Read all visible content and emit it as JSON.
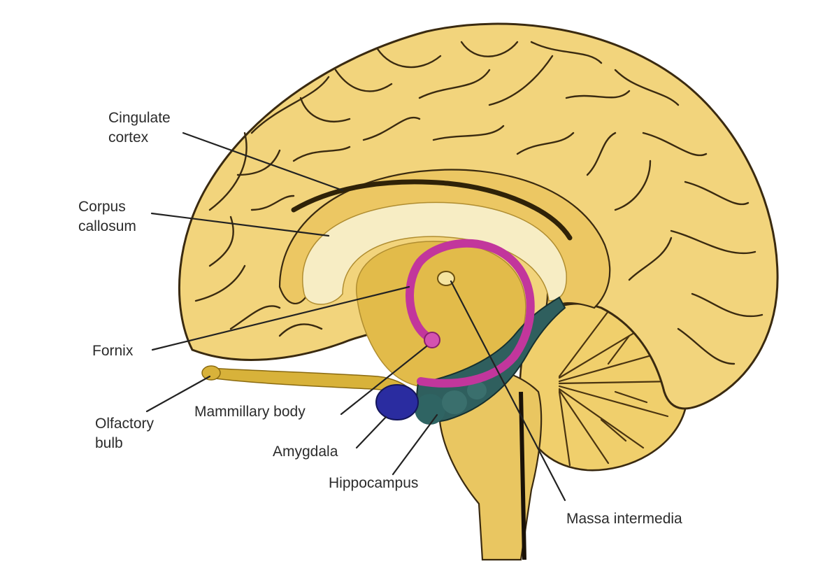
{
  "labels": {
    "cingulate_1": "Cingulate",
    "cingulate_2": "cortex",
    "corpus_1": "Corpus",
    "corpus_2": "callosum",
    "fornix": "Fornix",
    "olfactory_1": "Olfactory",
    "olfactory_2": "bulb",
    "mammillary": "Mammillary body",
    "amygdala": "Amygdala",
    "hippocampus": "Hippocampus",
    "massa": "Massa intermedia"
  },
  "colors": {
    "cortex": "#f2d47c",
    "cortex_outline": "#3a2a10",
    "corpus_callosum": "#f7edc4",
    "deep_structures": "#e2bb4a",
    "fornix": "#c2369c",
    "amygdala": "#2a2ca0",
    "hippocampus": "#2f5f5e",
    "cerebellum": "#f0cf6c",
    "brainstem": "#e9c661",
    "olfactory_bulb": "#d8b23a"
  }
}
